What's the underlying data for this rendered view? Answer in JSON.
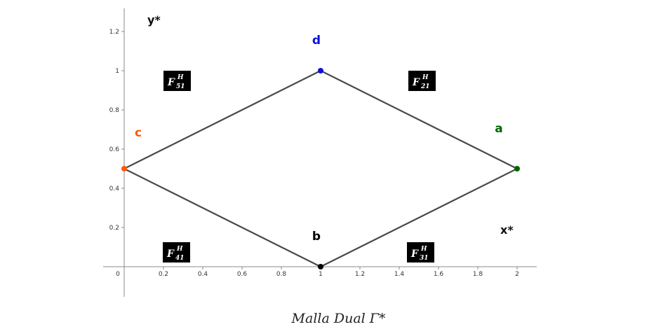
{
  "chart_data": {
    "type": "diagram",
    "x_ticks": [
      0,
      0.2,
      0.4,
      0.6,
      0.8,
      1,
      1.2,
      1.4,
      1.6,
      1.8,
      2
    ],
    "x_tick_labels": [
      "0",
      "0.2",
      "0.4",
      "0.6",
      "0.8",
      "1",
      "1.2",
      "1.4",
      "1.6",
      "1.8",
      "2"
    ],
    "y_ticks": [
      0.2,
      0.4,
      0.6,
      0.8,
      1,
      1.2
    ],
    "y_tick_labels": [
      "0.2",
      "0.4",
      "0.6",
      "0.8",
      "1",
      "1.2"
    ],
    "x_axis_name": "x*",
    "y_axis_name": "y*",
    "points": [
      {
        "name": "a",
        "x": 2,
        "y": 0.5,
        "color": "#006400"
      },
      {
        "name": "b",
        "x": 1,
        "y": 0,
        "color": "#000000"
      },
      {
        "name": "c",
        "x": 0,
        "y": 0.5,
        "color": "#ff5a00"
      },
      {
        "name": "d",
        "x": 1,
        "y": 1,
        "color": "#1010dd"
      }
    ],
    "edges": [
      [
        "c",
        "d"
      ],
      [
        "d",
        "a"
      ],
      [
        "a",
        "b"
      ],
      [
        "b",
        "c"
      ]
    ],
    "faces": [
      {
        "id": "f51",
        "base": "F",
        "sup": "H",
        "sub": "51"
      },
      {
        "id": "f21",
        "base": "F",
        "sup": "H",
        "sub": "21"
      },
      {
        "id": "f41",
        "base": "F",
        "sup": "H",
        "sub": "41"
      },
      {
        "id": "f31",
        "base": "F",
        "sup": "H",
        "sub": "31"
      }
    ]
  },
  "caption": "Malla Dual Γ*"
}
